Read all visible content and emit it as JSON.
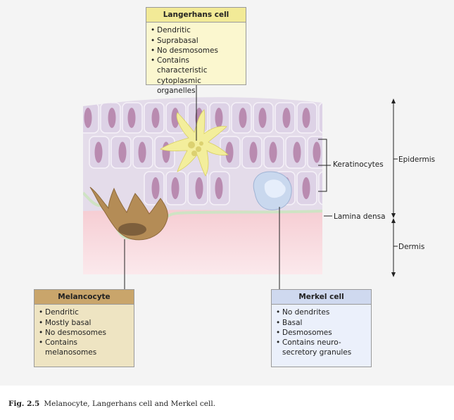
{
  "langerhans": {
    "title": "Langerhans cell",
    "items": [
      "Dendritic",
      "Suprabasal",
      "No desmosomes",
      "Contains characteristic cytoplasmic organelles"
    ]
  },
  "melanocyte": {
    "title": "Melancocyte",
    "items": [
      "Dendritic",
      "Mostly basal",
      "No desmosomes",
      "Contains melanosomes"
    ]
  },
  "merkel": {
    "title": "Merkel cell",
    "items": [
      "No dendrites",
      "Basal",
      "Desmosomes",
      "Contains neuro-secretory granules"
    ]
  },
  "labels": {
    "keratinocytes": "Keratinocytes",
    "lamina_densa": "Lamina densa",
    "epidermis": "Epidermis",
    "dermis": "Dermis"
  },
  "caption": {
    "number": "Fig. 2.5",
    "text": "Melanocyte, Langerhans cell and Merkel cell."
  },
  "colors": {
    "keratinocyte": "#ddd2e6",
    "nucleus": "#b98bb0",
    "langerhans": "#f3ee9c",
    "melanocyte": "#b48c56",
    "merkel": "#c9d8ee",
    "lamina": "#cfe3c4",
    "dermis": "#f6d3d7"
  }
}
